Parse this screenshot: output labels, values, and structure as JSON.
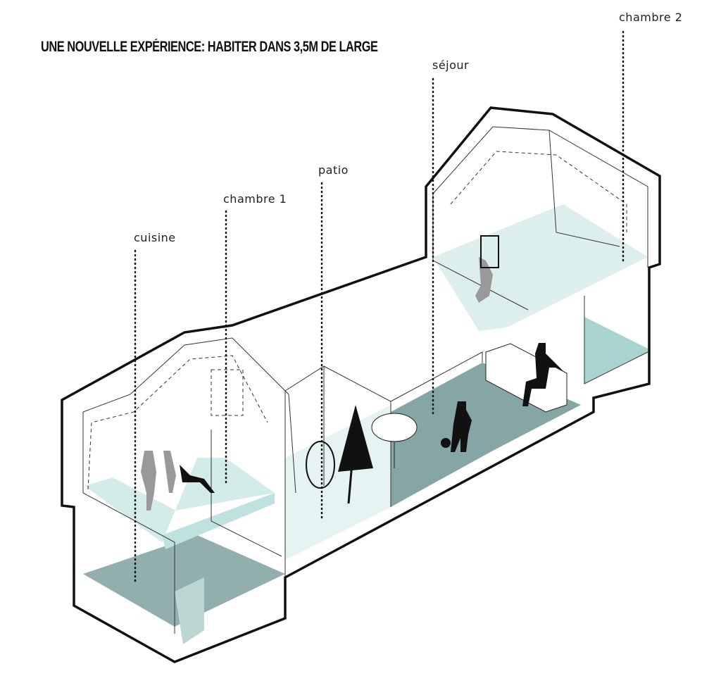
{
  "title": "UNE NOUVELLE EXPÉRIENCE: HABITER DANS 3,5M DE LARGE",
  "labels": {
    "cuisine": "cuisine",
    "chambre1": "chambre 1",
    "patio": "patio",
    "sejour": "séjour",
    "chambre2": "chambre 2"
  },
  "colors": {
    "floor_dark": "#86a6a5",
    "floor_light": "#d3ebe9",
    "outline": "#111111"
  }
}
